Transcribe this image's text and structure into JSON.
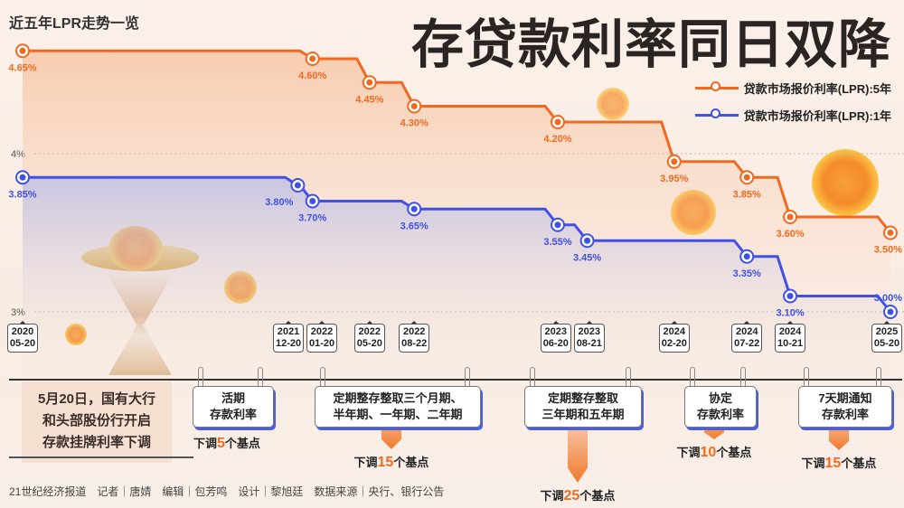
{
  "header": {
    "subtitle": "近五年LPR走势一览",
    "title": "存贷款利率同日双降"
  },
  "chart_data": {
    "type": "line",
    "title": "存贷款利率同日双降",
    "subtitle": "近五年LPR走势一览",
    "ylim": [
      3.0,
      4.65
    ],
    "yticks": [
      {
        "value": 4,
        "label": "4%"
      },
      {
        "value": 3,
        "label": "3%"
      }
    ],
    "x_tick_labels": [
      {
        "date": "2020-05-20",
        "year": "2020",
        "md": "05-20"
      },
      {
        "date": "2021-12-20",
        "year": "2021",
        "md": "12-20"
      },
      {
        "date": "2022-01-20",
        "year": "2022",
        "md": "01-20"
      },
      {
        "date": "2022-05-20",
        "year": "2022",
        "md": "05-20"
      },
      {
        "date": "2022-08-22",
        "year": "2022",
        "md": "08-22"
      },
      {
        "date": "2023-06-20",
        "year": "2023",
        "md": "06-20"
      },
      {
        "date": "2023-08-21",
        "year": "2023",
        "md": "08-21"
      },
      {
        "date": "2024-02-20",
        "year": "2024",
        "md": "02-20"
      },
      {
        "date": "2024-07-22",
        "year": "2024",
        "md": "07-22"
      },
      {
        "date": "2024-10-21",
        "year": "2024",
        "md": "10-21"
      },
      {
        "date": "2025-05-20",
        "year": "2025",
        "md": "05-20"
      }
    ],
    "series": [
      {
        "name": "贷款市场报价利率(LPR):5年",
        "color": "#f0691e",
        "points": [
          {
            "date": "2020-05-20",
            "value": 4.65,
            "label": "4.65%"
          },
          {
            "date": "2022-01-20",
            "value": 4.6,
            "label": "4.60%"
          },
          {
            "date": "2022-05-20",
            "value": 4.45,
            "label": "4.45%"
          },
          {
            "date": "2022-08-22",
            "value": 4.3,
            "label": "4.30%"
          },
          {
            "date": "2023-06-20",
            "value": 4.2,
            "label": "4.20%"
          },
          {
            "date": "2024-02-20",
            "value": 3.95,
            "label": "3.95%"
          },
          {
            "date": "2024-07-22",
            "value": 3.85,
            "label": "3.85%"
          },
          {
            "date": "2024-10-21",
            "value": 3.6,
            "label": "3.60%"
          },
          {
            "date": "2025-05-20",
            "value": 3.5,
            "label": "3.50%"
          }
        ]
      },
      {
        "name": "贷款市场报价利率(LPR):1年",
        "color": "#3f51e6",
        "points": [
          {
            "date": "2020-05-20",
            "value": 3.85,
            "label": "3.85%"
          },
          {
            "date": "2021-12-20",
            "value": 3.8,
            "label": "3.80%"
          },
          {
            "date": "2022-01-20",
            "value": 3.7,
            "label": "3.70%"
          },
          {
            "date": "2022-08-22",
            "value": 3.65,
            "label": "3.65%"
          },
          {
            "date": "2023-06-20",
            "value": 3.55,
            "label": "3.55%"
          },
          {
            "date": "2023-08-21",
            "value": 3.45,
            "label": "3.45%"
          },
          {
            "date": "2024-07-22",
            "value": 3.35,
            "label": "3.35%"
          },
          {
            "date": "2024-10-21",
            "value": 3.1,
            "label": "3.10%"
          },
          {
            "date": "2025-05-20",
            "value": 3.0,
            "label": "3.00%"
          }
        ]
      }
    ],
    "legend": "top-right"
  },
  "note": {
    "lines": [
      "5月20日，国有大行",
      "和头部股份行开启",
      "存款挂牌利率下调"
    ]
  },
  "deposit_cuts": [
    {
      "lines": [
        "活期",
        "存款利率"
      ],
      "prefix": "下调",
      "bp": "5",
      "suffix": "个基点"
    },
    {
      "lines": [
        "定期整存整取三个月期、",
        "半年期、一年期、二年期"
      ],
      "prefix": "下调",
      "bp": "15",
      "suffix": "个基点"
    },
    {
      "lines": [
        "定期整存整取",
        "三年期和五年期"
      ],
      "prefix": "下调",
      "bp": "25",
      "suffix": "个基点"
    },
    {
      "lines": [
        "协定",
        "存款利率"
      ],
      "prefix": "下调",
      "bp": "10",
      "suffix": "个基点"
    },
    {
      "lines": [
        "7天期通知",
        "存款利率"
      ],
      "prefix": "下调",
      "bp": "15",
      "suffix": "个基点"
    }
  ],
  "footer": "21世纪经济报道　记者｜唐婧　编辑｜包芳鸣　设计｜黎旭廷　数据来源｜央行、银行公告"
}
